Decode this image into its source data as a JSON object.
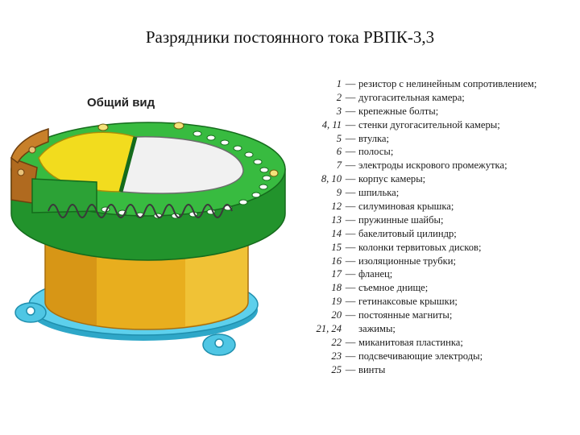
{
  "title": "Разрядники постоянного тока РВПК-3,3",
  "subtitle": "Общий вид",
  "colors": {
    "yellow": "#f2dc1e",
    "orange": "#e0a01c",
    "green": "#2fb33a",
    "dark_green": "#1d7e26",
    "cyan": "#47c6e6",
    "brown": "#b06a1f",
    "white_part": "#f1f1f1"
  },
  "legend": [
    {
      "num": "1",
      "dash": "—",
      "text": "резистор с нелинейным сопротивлением;"
    },
    {
      "num": "2",
      "dash": "—",
      "text": "дугогасительная камера;"
    },
    {
      "num": "3",
      "dash": "—",
      "text": "крепежные болты;"
    },
    {
      "num": "4, 11",
      "dash": "—",
      "text": "стенки дугогасительной камеры;"
    },
    {
      "num": "5",
      "dash": "—",
      "text": "втулка;"
    },
    {
      "num": "6",
      "dash": "—",
      "text": "полосы;"
    },
    {
      "num": "7",
      "dash": "—",
      "text": "электроды искрового промежутка;"
    },
    {
      "num": "8, 10",
      "dash": "—",
      "text": "корпус камеры;"
    },
    {
      "num": "9",
      "dash": "—",
      "text": "шпилька;"
    },
    {
      "num": "12",
      "dash": "—",
      "text": "силуминовая крышка;"
    },
    {
      "num": "13",
      "dash": "—",
      "text": "пружинные шайбы;"
    },
    {
      "num": "14",
      "dash": "—",
      "text": "бакелитовый цилиндр;"
    },
    {
      "num": "15",
      "dash": "—",
      "text": "колонки тервитовых дисков;"
    },
    {
      "num": "16",
      "dash": "—",
      "text": "изоляционные трубки;"
    },
    {
      "num": "17",
      "dash": "—",
      "text": "фланец;"
    },
    {
      "num": "18",
      "dash": "—",
      "text": "съемное днище;"
    },
    {
      "num": "19",
      "dash": "—",
      "text": "гетинаксовые крышки;"
    },
    {
      "num": "20",
      "dash": "—",
      "text": "постоянные магниты;"
    },
    {
      "num": "21, 24",
      "dash": "",
      "text": "зажимы;"
    },
    {
      "num": "22",
      "dash": "—",
      "text": "миканитовая пластинка;"
    },
    {
      "num": "23",
      "dash": "—",
      "text": "подсвечивающие электроды;"
    },
    {
      "num": "25",
      "dash": "—",
      "text": "винты"
    }
  ]
}
